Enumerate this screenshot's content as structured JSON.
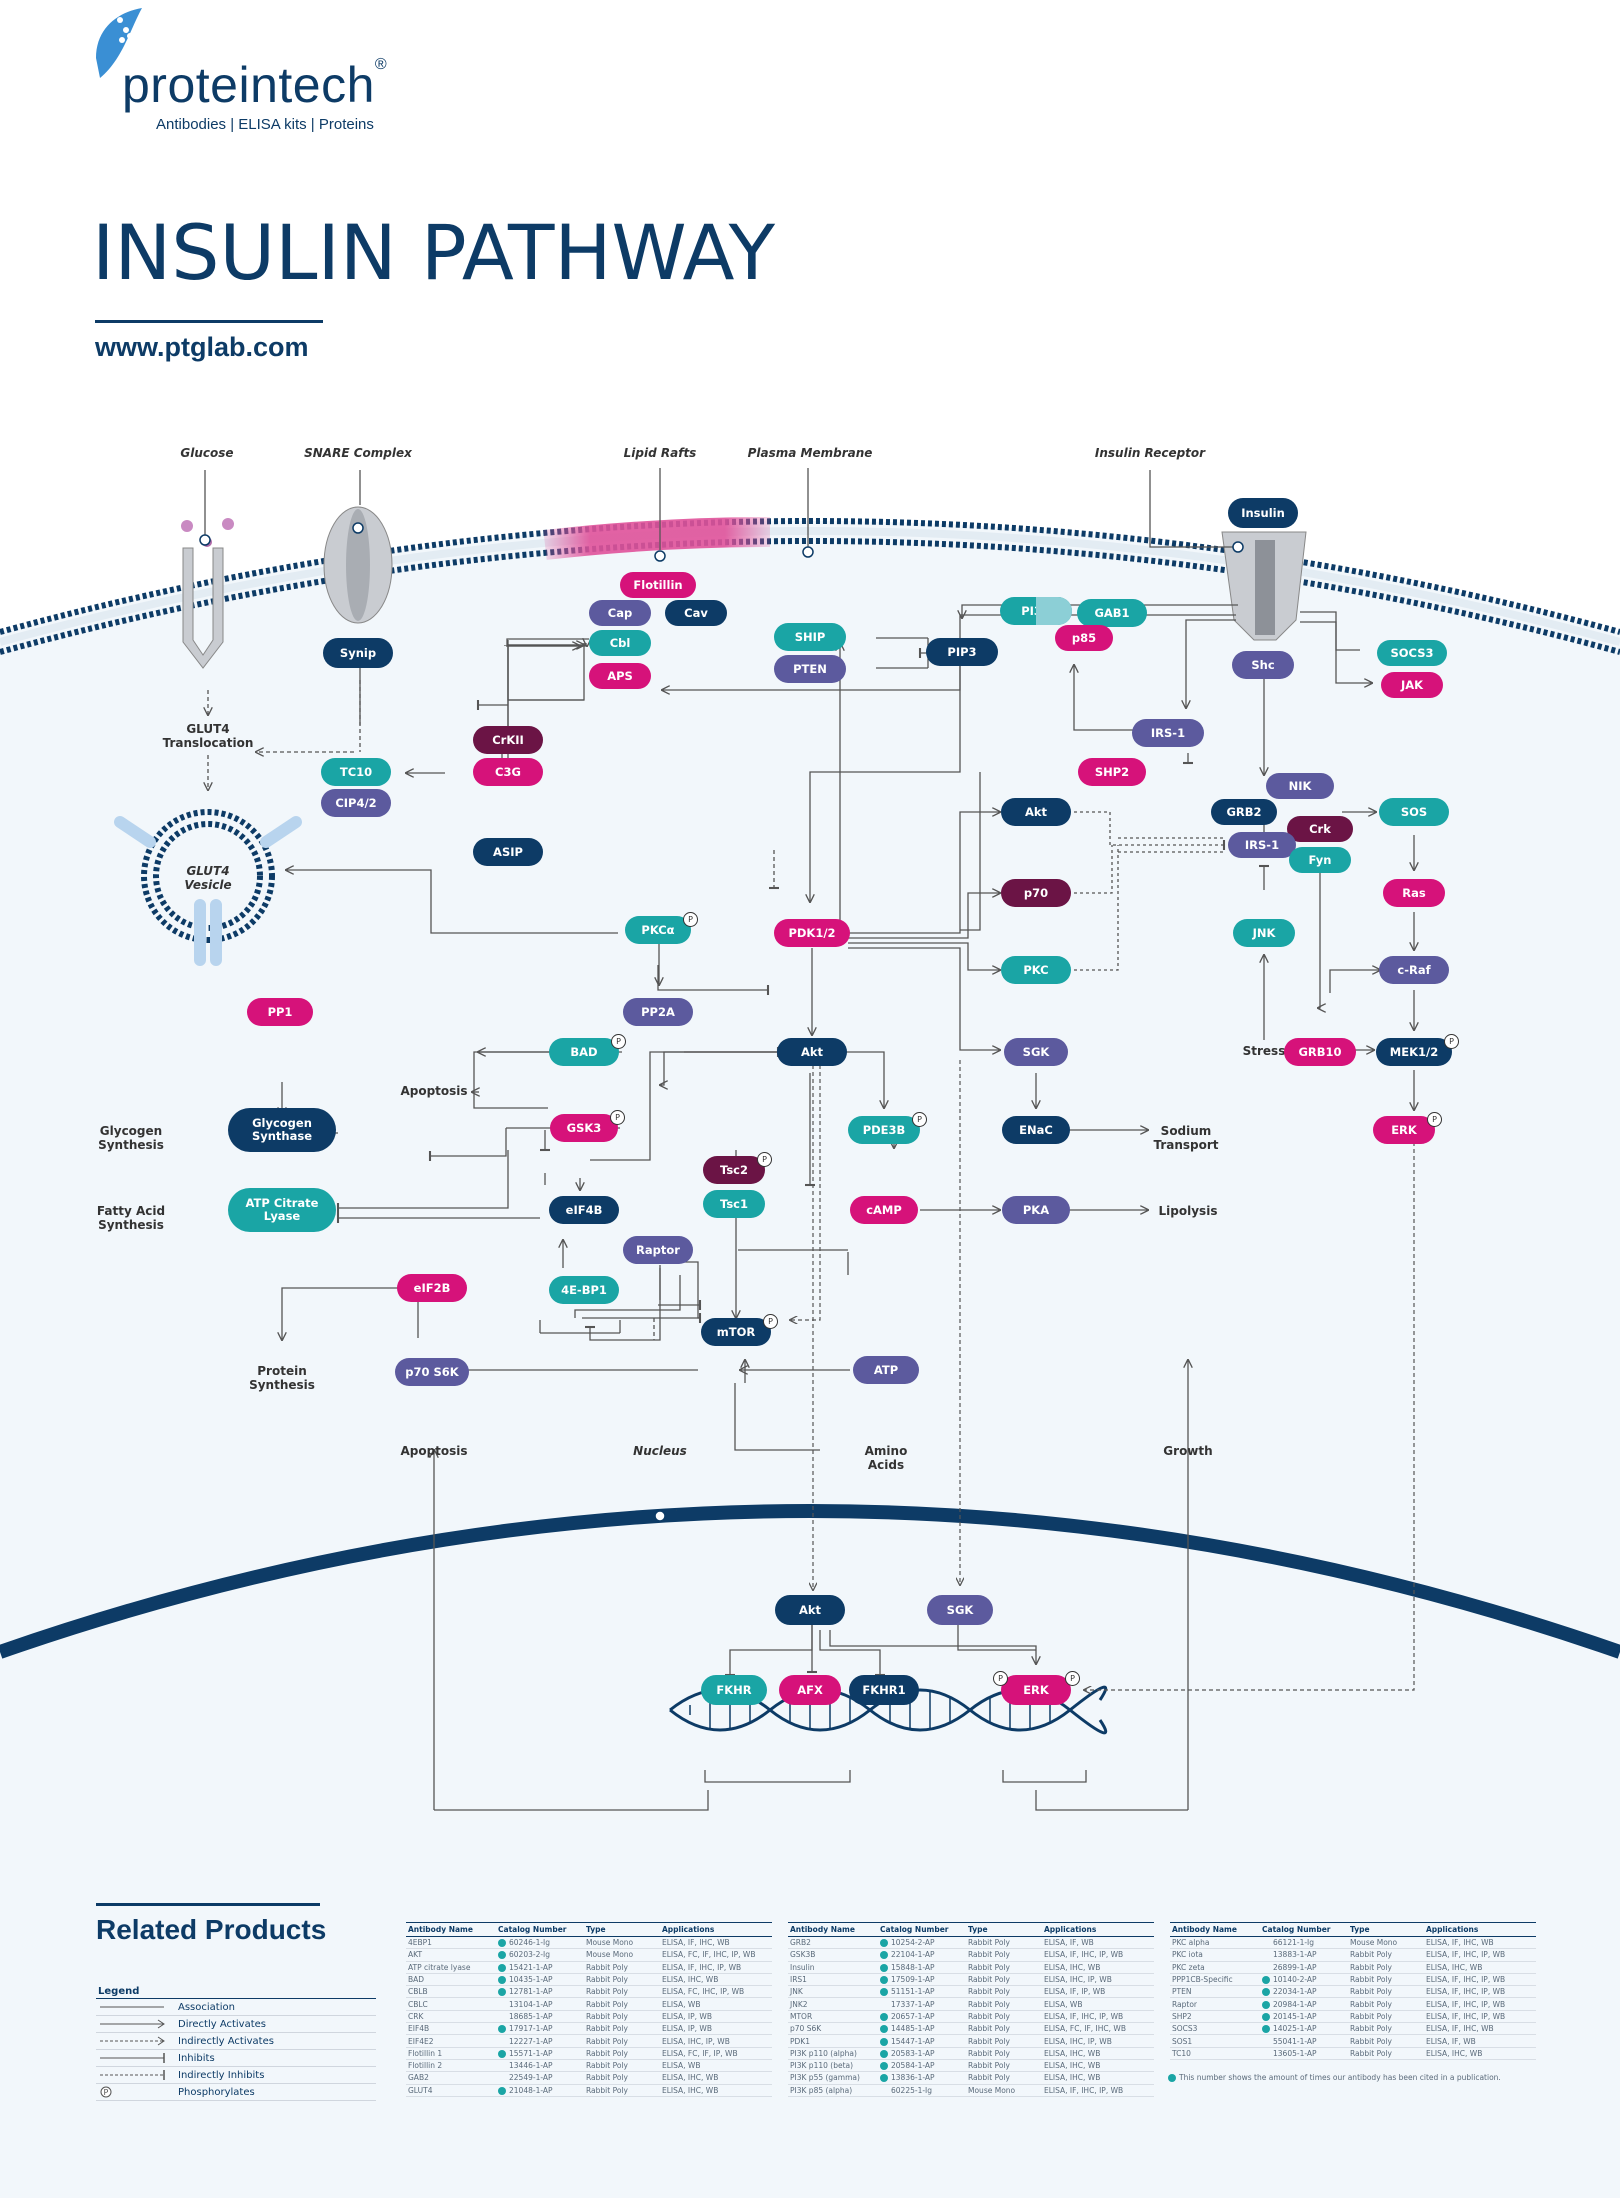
{
  "header": {
    "logo": "proteintech",
    "tagline": "Antibodies  |  ELISA kits  |  Proteins",
    "title": "INSULIN PATHWAY",
    "url": "www.ptglab.com"
  },
  "colors": {
    "navy": "#0d3b66",
    "teal": "#1aa5a5",
    "magenta": "#d6127a",
    "purple": "#5c5a9e",
    "plum": "#6b1445",
    "membrane": "#0d3b66",
    "lipid_raft": "#e0529a"
  },
  "labels": {
    "glucose": "Glucose",
    "snare": "SNARE Complex",
    "lipid_rafts": "Lipid Rafts",
    "plasma_membrane": "Plasma Membrane",
    "insulin_receptor": "Insulin Receptor",
    "glut4_translocation": "GLUT4\nTranslocation",
    "glut4_vesicle": "GLUT4\nVesicle",
    "apoptosis1": "Apoptosis",
    "glycogen_synthesis": "Glycogen\nSynthesis",
    "fatty_acid_synthesis": "Fatty Acid\nSynthesis",
    "protein_synthesis": "Protein\nSynthesis",
    "sodium_transport": "Sodium\nTransport",
    "lipolysis": "Lipolysis",
    "stress": "Stress",
    "apoptosis2": "Apoptosis",
    "nucleus": "Nucleus",
    "amino_acids": "Amino\nAcids",
    "growth": "Growth"
  },
  "nodes": {
    "insulin": "Insulin",
    "flotillin": "Flotillin",
    "cap": "Cap",
    "cav": "Cav",
    "cbl": "Cbl",
    "aps": "APS",
    "synip": "Synip",
    "ship": "SHIP",
    "pten": "PTEN",
    "pip3": "PIP3",
    "pi3k": "PI3K",
    "gab1": "GAB1",
    "p85": "p85",
    "shc": "Shc",
    "socs3": "SOCS3",
    "jak": "JAK",
    "irs1_top": "IRS-1",
    "shp2": "SHP2",
    "crkii": "CrKII",
    "c3g": "C3G",
    "tc10": "TC10",
    "cip42": "CIP4/2",
    "asip": "ASIP",
    "akt_top": "Akt",
    "p70": "p70",
    "pkc": "PKC",
    "nik": "NIK",
    "grb2": "GRB2",
    "crk": "Crk",
    "irs1_mid": "IRS-1",
    "fyn": "Fyn",
    "sos": "SOS",
    "ras": "Ras",
    "craf": "c-Raf",
    "jnk": "JNK",
    "grb10": "GRB10",
    "mek12": "MEK1/2",
    "erk_mid": "ERK",
    "pkca": "PKCα",
    "pdk12": "PDK1/2",
    "pp2a": "PP2A",
    "pp1": "PP1",
    "bad": "BAD",
    "akt_mid": "Akt",
    "sgk_mid": "SGK",
    "enac": "ENaC",
    "glycogen_synthase": "Glycogen\nSynthase",
    "gsk3": "GSK3",
    "pde3b": "PDE3B",
    "tsc2": "Tsc2",
    "tsc1": "Tsc1",
    "atp_citrate_lyase": "ATP Citrate\nLyase",
    "eif4b": "eIF4B",
    "camp": "cAMP",
    "pka": "PKA",
    "raptor": "Raptor",
    "eif2b": "eIF2B",
    "ebp1": "4E-BP1",
    "mtor": "mTOR",
    "p70s6k": "p70 S6K",
    "atp": "ATP",
    "akt_nuc": "Akt",
    "sgk_nuc": "SGK",
    "fkhr": "FKHR",
    "afx": "AFX",
    "fkhr1": "FKHR1",
    "erk_nuc": "ERK"
  },
  "related": {
    "title": "Related Products",
    "legend": {
      "title": "Legend",
      "items": [
        "Association",
        "Directly Activates",
        "Indirectly Activates",
        "Inhibits",
        "Indirectly Inhibits",
        "Phosphorylates"
      ]
    },
    "columns": [
      "Antibody Name",
      "Catalog Number",
      "Type",
      "Applications"
    ],
    "tables": [
      [
        [
          "4EBP1",
          "60246-1-Ig",
          "Mouse Mono",
          "ELISA, IF, IHC, WB"
        ],
        [
          "AKT",
          "60203-2-Ig",
          "Mouse Mono",
          "ELISA, FC, IF, IHC, IP, WB"
        ],
        [
          "ATP citrate lyase",
          "15421-1-AP",
          "Rabbit Poly",
          "ELISA, IF, IHC, IP, WB"
        ],
        [
          "BAD",
          "10435-1-AP",
          "Rabbit Poly",
          "ELISA, IHC, WB"
        ],
        [
          "CBLB",
          "12781-1-AP",
          "Rabbit Poly",
          "ELISA, FC, IHC, IP, WB"
        ],
        [
          "CBLC",
          "13104-1-AP",
          "Rabbit Poly",
          "ELISA, WB"
        ],
        [
          "CRK",
          "18685-1-AP",
          "Rabbit Poly",
          "ELISA, IP, WB"
        ],
        [
          "EIF4B",
          "17917-1-AP",
          "Rabbit Poly",
          "ELISA, IP, WB"
        ],
        [
          "EIF4E2",
          "12227-1-AP",
          "Rabbit Poly",
          "ELISA, IHC, IP, WB"
        ],
        [
          "Flotillin 1",
          "15571-1-AP",
          "Rabbit Poly",
          "ELISA, FC, IF, IP, WB"
        ],
        [
          "Flotillin 2",
          "13446-1-AP",
          "Rabbit Poly",
          "ELISA, WB"
        ],
        [
          "GAB2",
          "22549-1-AP",
          "Rabbit Poly",
          "ELISA, IHC, WB"
        ],
        [
          "GLUT4",
          "21048-1-AP",
          "Rabbit Poly",
          "ELISA, IHC, WB"
        ]
      ],
      [
        [
          "GRB2",
          "10254-2-AP",
          "Rabbit Poly",
          "ELISA, IF, WB"
        ],
        [
          "GSK3B",
          "22104-1-AP",
          "Rabbit Poly",
          "ELISA, IF, IHC, IP, WB"
        ],
        [
          "Insulin",
          "15848-1-AP",
          "Rabbit Poly",
          "ELISA, IHC, WB"
        ],
        [
          "IRS1",
          "17509-1-AP",
          "Rabbit Poly",
          "ELISA, IHC, IP, WB"
        ],
        [
          "JNK",
          "51151-1-AP",
          "Rabbit Poly",
          "ELISA, IF, IP, WB"
        ],
        [
          "JNK2",
          "17337-1-AP",
          "Rabbit Poly",
          "ELISA, WB"
        ],
        [
          "MTOR",
          "20657-1-AP",
          "Rabbit Poly",
          "ELISA, IF, IHC, IP, WB"
        ],
        [
          "p70 S6K",
          "14485-1-AP",
          "Rabbit Poly",
          "ELISA, FC, IF, IHC, WB"
        ],
        [
          "PDK1",
          "15447-1-AP",
          "Rabbit Poly",
          "ELISA, IHC, IP, WB"
        ],
        [
          "PI3K p110 (alpha)",
          "20583-1-AP",
          "Rabbit Poly",
          "ELISA, IHC, WB"
        ],
        [
          "PI3K p110 (beta)",
          "20584-1-AP",
          "Rabbit Poly",
          "ELISA, IHC, WB"
        ],
        [
          "PI3K p55 (gamma)",
          "13836-1-AP",
          "Rabbit Poly",
          "ELISA, IHC, WB"
        ],
        [
          "PI3K p85 (alpha)",
          "60225-1-Ig",
          "Mouse Mono",
          "ELISA, IF, IHC, IP, WB"
        ]
      ],
      [
        [
          "PKC alpha",
          "66121-1-Ig",
          "Mouse Mono",
          "ELISA, IF, IHC, WB"
        ],
        [
          "PKC iota",
          "13883-1-AP",
          "Rabbit Poly",
          "ELISA, IF, IHC, IP, WB"
        ],
        [
          "PKC zeta",
          "26899-1-AP",
          "Rabbit Poly",
          "ELISA, IHC, WB"
        ],
        [
          "PPP1CB-Specific",
          "10140-2-AP",
          "Rabbit Poly",
          "ELISA, IF, IHC, IP, WB"
        ],
        [
          "PTEN",
          "22034-1-AP",
          "Rabbit Poly",
          "ELISA, IF, IHC, IP, WB"
        ],
        [
          "Raptor",
          "20984-1-AP",
          "Rabbit Poly",
          "ELISA, IF, IHC, IP, WB"
        ],
        [
          "SHP2",
          "20145-1-AP",
          "Rabbit Poly",
          "ELISA, IF, IHC, IP, WB"
        ],
        [
          "SOCS3",
          "14025-1-AP",
          "Rabbit Poly",
          "ELISA, IF, IHC, WB"
        ],
        [
          "SOS1",
          "55041-1-AP",
          "Rabbit Poly",
          "ELISA, IF, WB"
        ],
        [
          "TC10",
          "13605-1-AP",
          "Rabbit Poly",
          "ELISA, IHC, WB"
        ]
      ]
    ],
    "note": "This number shows the amount of times our antibody has been cited in a publication."
  }
}
